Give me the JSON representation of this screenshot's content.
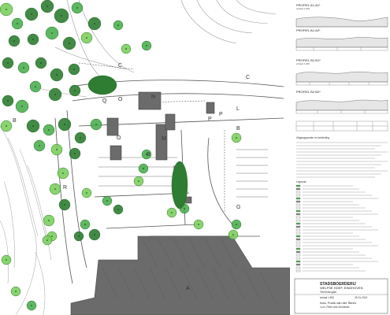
{
  "plan": {
    "map_letters": [
      "C",
      "C",
      "B",
      "O",
      "N",
      "L",
      "B",
      "B",
      "I",
      "R",
      "G",
      "A",
      "Q",
      "P",
      "P",
      "O",
      "M"
    ]
  },
  "panel": {
    "profiles": [
      {
        "title": "PROFIEL A1-A1*",
        "scale": "schaal 1:200"
      },
      {
        "title": "PROFIEL A2-A2*",
        "scale": ""
      },
      {
        "title": "PROFIEL B1-B1*",
        "scale": "schaal 1:200"
      },
      {
        "title": "PROFIEL B2-B2*",
        "scale": ""
      }
    ],
    "legend_heading": "Uitgangspunten en toelichting",
    "legend_heading2": "Legenda",
    "title_block": {
      "project": "STADSBOERDERIJ",
      "subtitle": "WELPSE HOEF, EINDHOVEN",
      "drawing_type": "Terreinhoogten",
      "scale": "schaal 1:500",
      "date": "29-01-2013",
      "author": "Ivoa, Frank van der Steen",
      "author2": "i.s.m. Peter Arie Schneider"
    }
  },
  "colors": {
    "tree_dark": "#2e7d32",
    "tree_mid": "#4caf50",
    "tree_light": "#7ccf5e",
    "building_gray": "#6b6b6b",
    "building_dark": "#4a4a4a"
  }
}
